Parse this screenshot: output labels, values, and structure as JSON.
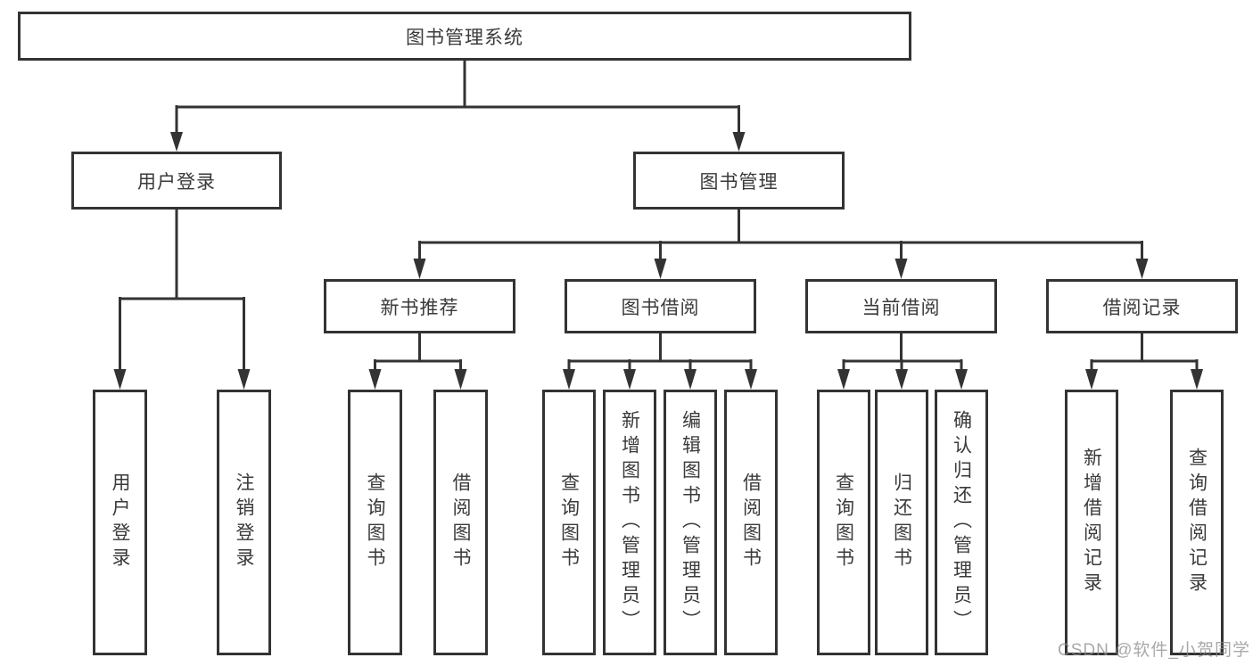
{
  "tree": {
    "label": "图书管理系统",
    "children": [
      {
        "label": "用户登录",
        "children": [
          {
            "label": "用户登录"
          },
          {
            "label": "注销登录"
          }
        ]
      },
      {
        "label": "图书管理",
        "children": [
          {
            "label": "新书推荐",
            "children": [
              {
                "label": "查询图书"
              },
              {
                "label": "借阅图书"
              }
            ]
          },
          {
            "label": "图书借阅",
            "children": [
              {
                "label": "查询图书"
              },
              {
                "label": "新增图书（管理员）"
              },
              {
                "label": "编辑图书（管理员）"
              },
              {
                "label": "借阅图书"
              }
            ]
          },
          {
            "label": "当前借阅",
            "children": [
              {
                "label": "查询图书"
              },
              {
                "label": "归还图书"
              },
              {
                "label": "确认归还（管理员）"
              }
            ]
          },
          {
            "label": "借阅记录",
            "children": [
              {
                "label": "新增借阅记录"
              },
              {
                "label": "查询借阅记录"
              }
            ]
          }
        ]
      }
    ]
  },
  "watermark": {
    "text": "CSDN @软件_小贺同学"
  },
  "colors": {
    "line": "#333333",
    "text": "#3a3a3a",
    "watermark": "#8c8c8c"
  }
}
